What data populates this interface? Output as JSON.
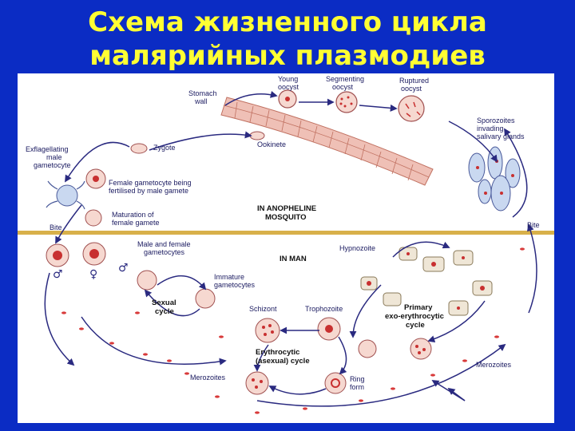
{
  "slide": {
    "title_line1": "Схема жизненного цикла",
    "title_line2": "малярийных плазмодиев"
  },
  "diagram": {
    "labels": {
      "young_oocyst_1": "Young",
      "young_oocyst_2": "oocyst",
      "segmenting_oocyst_1": "Segmenting",
      "segmenting_oocyst_2": "oocyst",
      "ruptured_oocyst_1": "Ruptured",
      "ruptured_oocyst_2": "oocyst",
      "stomach_wall_1": "Stomach",
      "stomach_wall_2": "wall",
      "sporozoites_1": "Sporozoites",
      "sporozoites_2": "invading",
      "sporozoites_3": "salivary glands",
      "exflagellating_1": "Exflagellating",
      "exflagellating_2": "male",
      "exflagellating_3": "gametocyte",
      "zygote": "Zygote",
      "ookinete": "Ookinete",
      "female_fert_1": "Female gametocyte being",
      "female_fert_2": "fertilised by male gamete",
      "in_anopheline_1": "IN ANOPHELINE",
      "in_anopheline_2": "MOSQUITO",
      "maturation_1": "Maturation of",
      "maturation_2": "female gamete",
      "bite_left": "Bite",
      "bite_right": "Bite",
      "male_female_1": "Male and female",
      "male_female_2": "gametocytes",
      "hypnozoite": "Hypnozoite",
      "in_man": "IN MAN",
      "immature_1": "Immature",
      "immature_2": "gametocytes",
      "sexual_1": "Sexual",
      "sexual_2": "cycle",
      "schizont": "Schizont",
      "trophozoite": "Trophozoite",
      "primary_1": "Primary",
      "primary_2": "exo-erythrocytic",
      "primary_3": "cycle",
      "erythrocytic_1": "Erythrocytic",
      "erythrocytic_2": "(asexual) cycle",
      "merozoites_left": "Merozoites",
      "merozoites_right": "Merozoites",
      "ring_1": "Ring",
      "ring_2": "form",
      "male_symbol_1": "♂",
      "female_symbol_1": "♀",
      "male_symbol_2": "♂"
    },
    "colors": {
      "background": "#0b2cc4",
      "title": "#ffff33",
      "arrow": "#2a2a80",
      "divider": "#d8b04a",
      "cell_red": "#d83a3a",
      "gut_wall": "#e8b0a8"
    }
  }
}
